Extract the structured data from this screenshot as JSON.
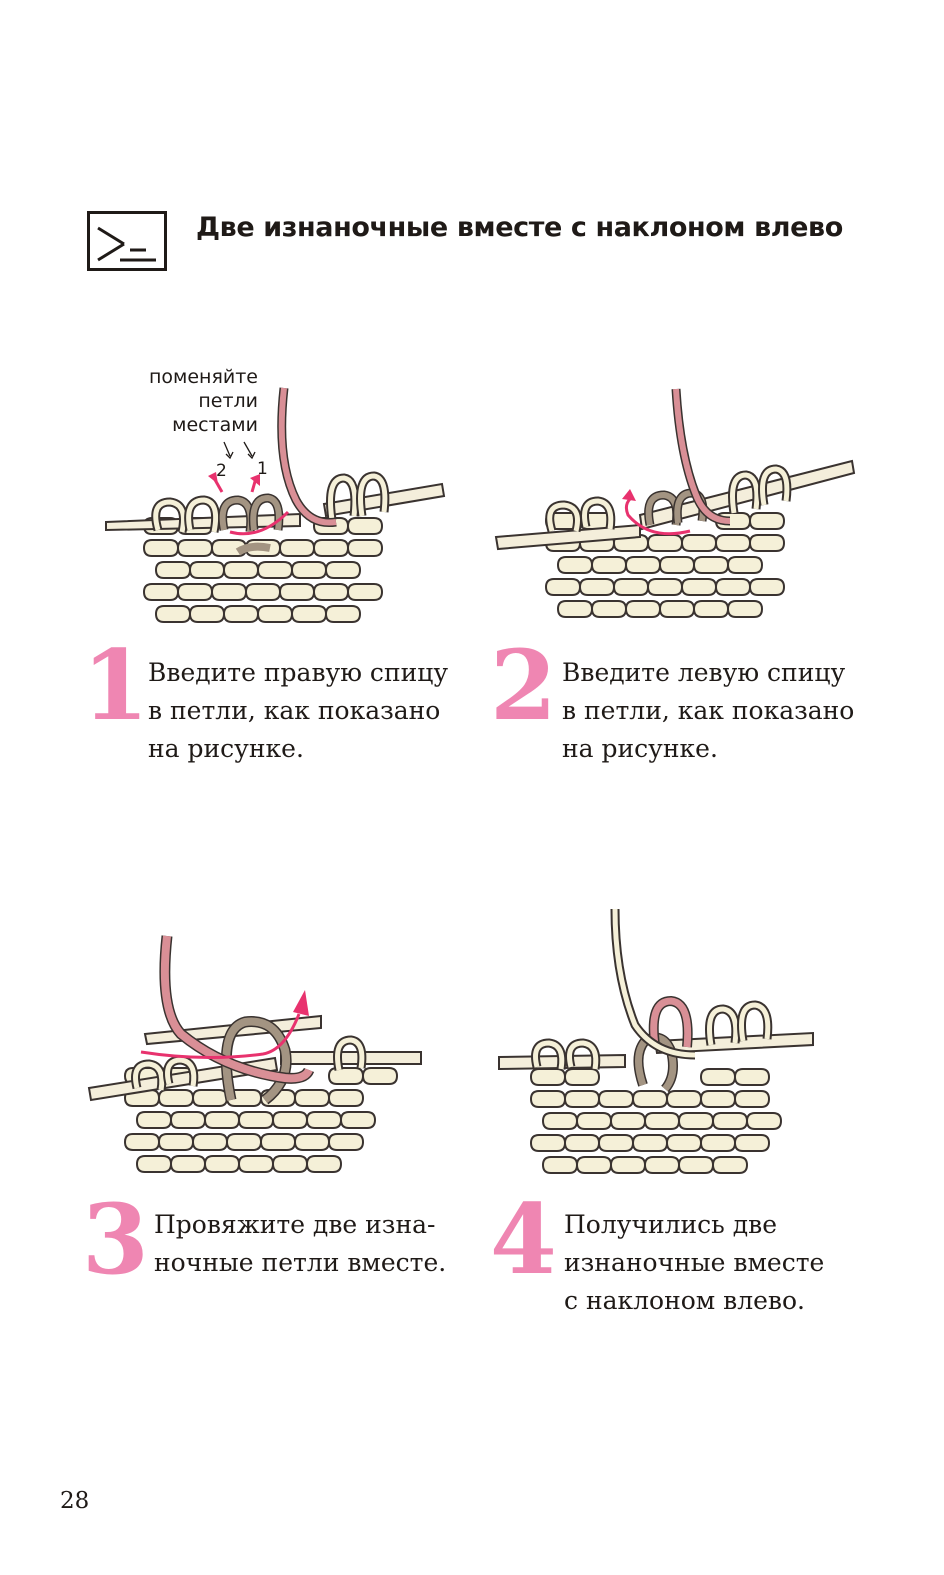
{
  "header": {
    "symbol_icon": "purl-two-together-left-slant-symbol-icon",
    "title": "Две изнаночные вместе с наклоном влево"
  },
  "colors": {
    "accent_pink": "#ef86b2",
    "arrow_red": "#e8326e",
    "yarn_cream": "#f5f0d8",
    "yarn_outline": "#3a3330",
    "yarn_rose": "#d98f96",
    "yarn_taupe": "#a39482",
    "needle": "#f4eedb"
  },
  "steps": [
    {
      "number": "1",
      "text": "Введите правую спицу\nв петли, как показано\nна рисунке.",
      "annotation": "поменяйте\nпетли\nместами",
      "loop_label_left": "2",
      "loop_label_right": "1"
    },
    {
      "number": "2",
      "text": "Введите левую спицу\nв петли, как показано\nна рисунке."
    },
    {
      "number": "3",
      "text": "Провяжите две изна-\nночные петли вместе."
    },
    {
      "number": "4",
      "text": "Получились две\nизнаночные вместе\nс наклоном влево."
    }
  ],
  "footer": {
    "page_number": "28"
  }
}
